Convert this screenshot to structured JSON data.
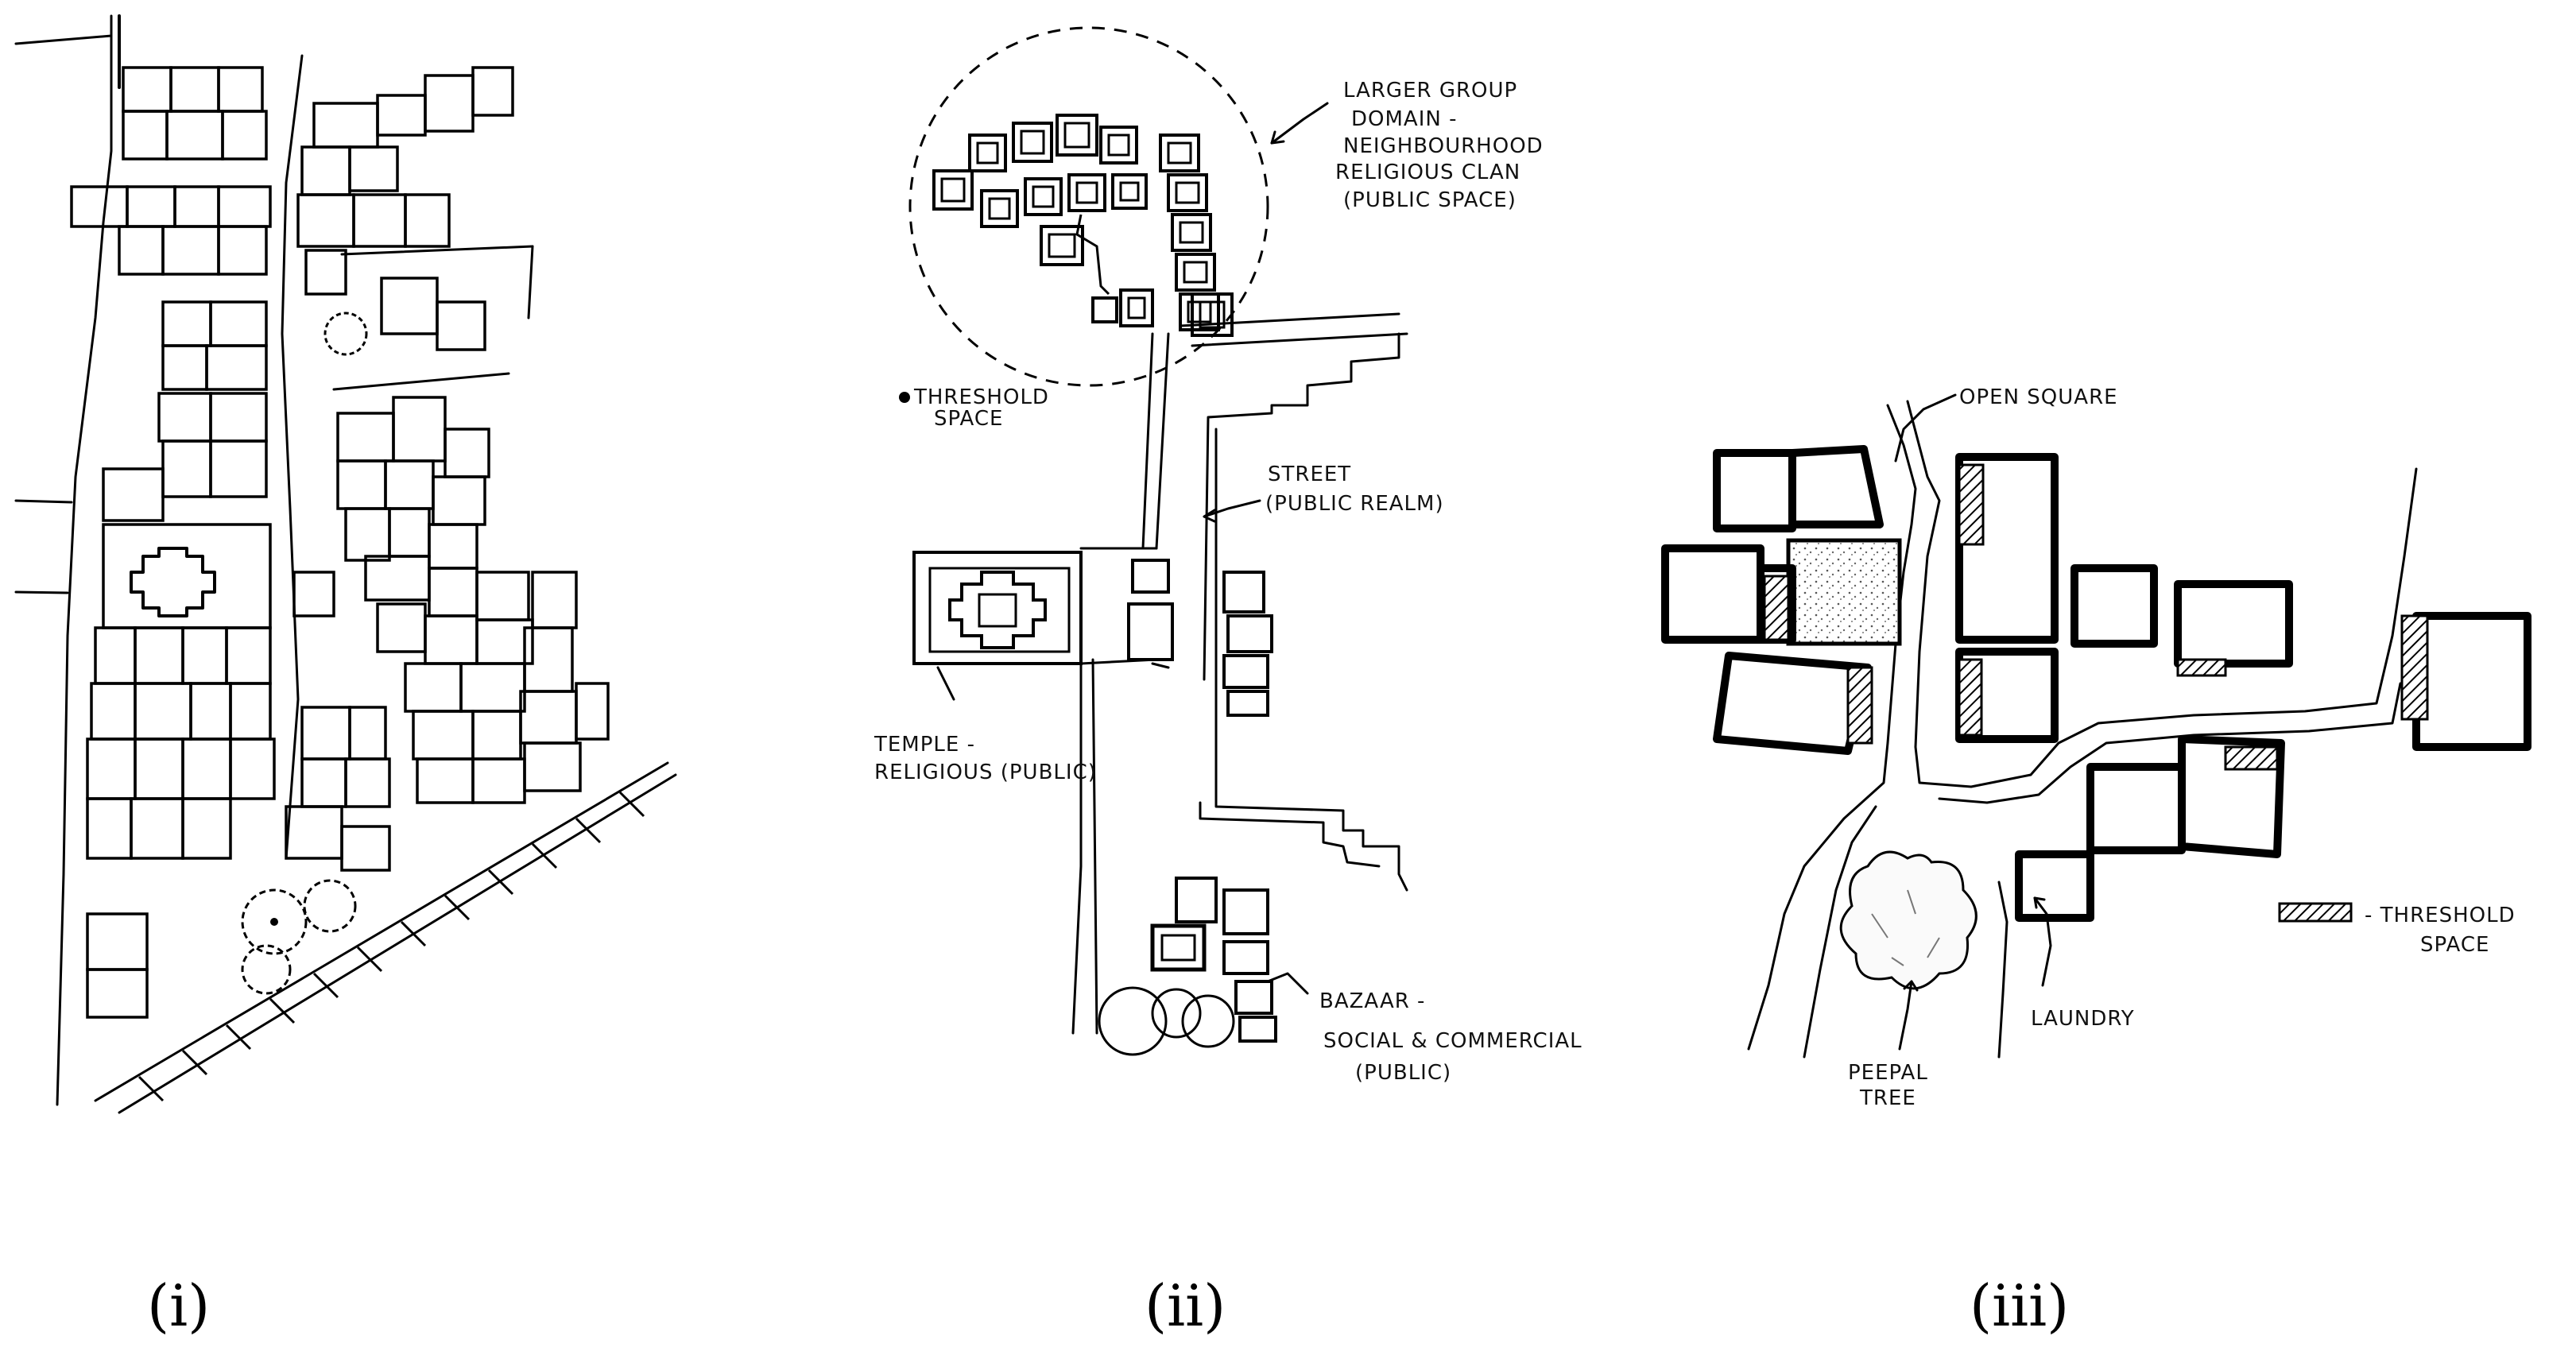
{
  "panels": [
    {
      "id": "i",
      "caption": "(i)"
    },
    {
      "id": "ii",
      "caption": "(ii)",
      "labels": {
        "group_domain": [
          "LARGER GROUP",
          "DOMAIN -",
          "NEIGHBOURHOOD",
          "RELIGIOUS CLAN",
          "(PUBLIC SPACE)"
        ],
        "threshold": [
          "THRESHOLD",
          "SPACE"
        ],
        "street": [
          "STREET",
          "(PUBLIC REALM)"
        ],
        "temple": [
          "TEMPLE -",
          "RELIGIOUS (PUBLIC)"
        ],
        "bazaar": [
          "BAZAAR -",
          "SOCIAL & COMMERCIAL",
          "(PUBLIC)"
        ]
      }
    },
    {
      "id": "iii",
      "caption": "(iii)",
      "labels": {
        "open_square": "OPEN SQUARE",
        "threshold": [
          "- THRESHOLD",
          "SPACE"
        ],
        "laundry": "LAUNDRY",
        "peepal": [
          "PEEPAL",
          "TREE"
        ]
      }
    }
  ]
}
